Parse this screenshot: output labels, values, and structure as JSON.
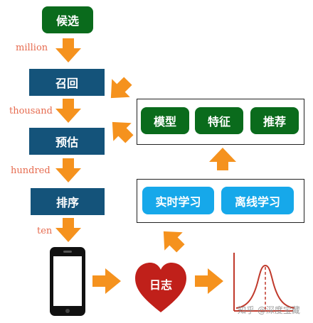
{
  "flow": {
    "recall_candidates": "候选",
    "recall": "召回",
    "estimate": "预估",
    "rank": "排序"
  },
  "scales": {
    "million": "million",
    "thousand": "thousand",
    "hundred": "hundred",
    "ten": "ten"
  },
  "model_panel": {
    "model": "模型",
    "feature": "特征",
    "recommend": "推荐"
  },
  "learning_panel": {
    "realtime": "实时学习",
    "offline": "离线学习"
  },
  "log_label": "日志",
  "watermark": "知乎 @深度宝藏",
  "colors": {
    "green": "#0a6b1c",
    "navy": "#14537a",
    "blue": "#16a8ea",
    "arrow": "#f5921e",
    "heart": "#c0201a",
    "curve": "#c0392b",
    "scale_text": "#e66b4f"
  },
  "icons": [
    "phone-icon",
    "heart-icon",
    "distribution-curve-icon"
  ]
}
